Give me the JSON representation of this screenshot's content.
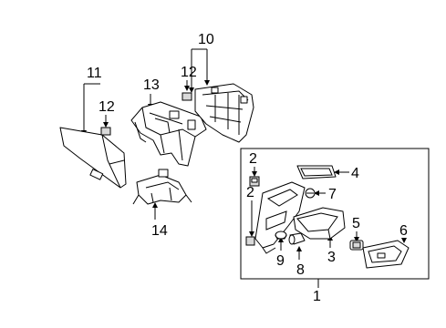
{
  "diagram": {
    "callouts": {
      "c1": "1",
      "c2a": "2",
      "c2b": "2",
      "c3": "3",
      "c4": "4",
      "c5": "5",
      "c6": "6",
      "c7": "7",
      "c8": "8",
      "c9": "9",
      "c10": "10",
      "c11": "11",
      "c12a": "12",
      "c12b": "12",
      "c13": "13",
      "c14": "14"
    }
  }
}
